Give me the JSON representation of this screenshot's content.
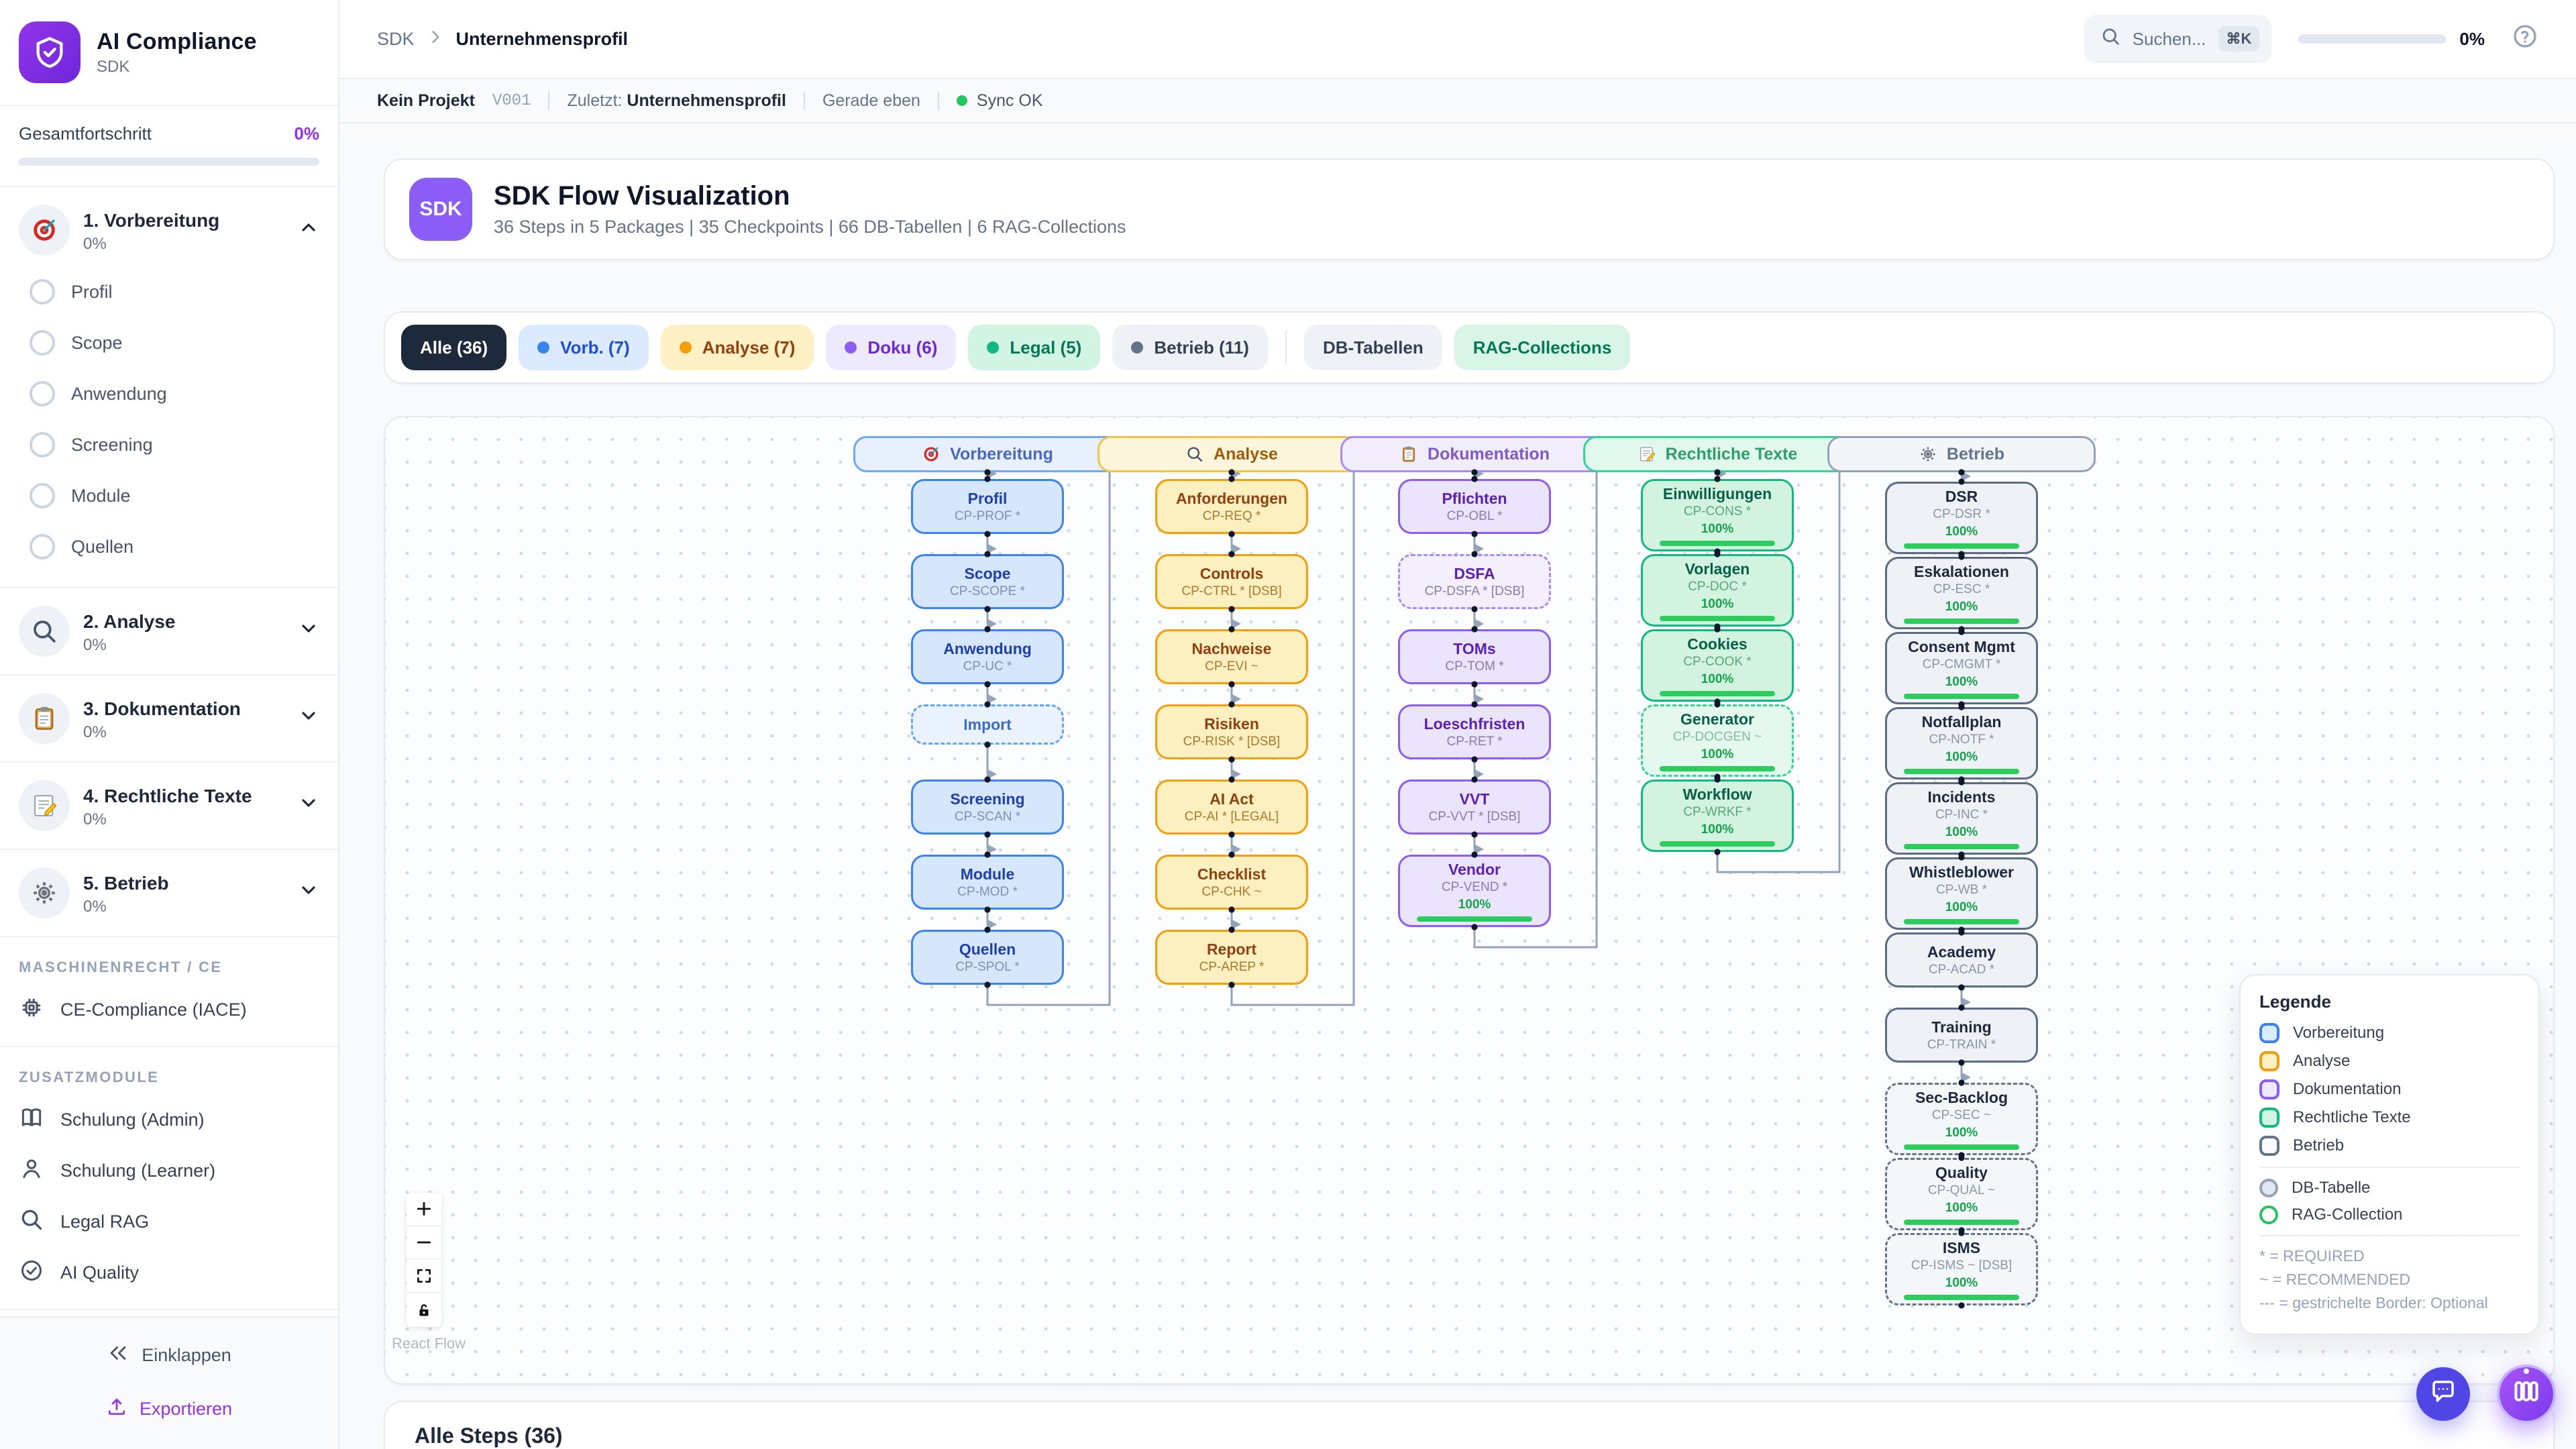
{
  "colors": {
    "accent": "#9333ea",
    "logo": "#7c3aed",
    "sync_ok": "#22c55e",
    "progress_green": "#22c55e",
    "vorbereitung": "#3b82f6",
    "analyse": "#f59e0b",
    "dokumentation": "#8b5cf6",
    "rechtliche_texte": "#10b981",
    "betrieb": "#64748b"
  },
  "sidebar": {
    "logo_icon": "shield-check-icon",
    "app_title": "AI Compliance",
    "app_subtitle": "SDK",
    "progress_label": "Gesamtfortschritt",
    "progress_value": "0%",
    "phases": [
      {
        "label": "1. Vorbereitung",
        "percent": "0%",
        "icon": "target-icon",
        "expanded": true,
        "items": [
          "Profil",
          "Scope",
          "Anwendung",
          "Screening",
          "Module",
          "Quellen"
        ]
      },
      {
        "label": "2. Analyse",
        "percent": "0%",
        "icon": "search-icon",
        "expanded": false,
        "items": []
      },
      {
        "label": "3. Dokumentation",
        "percent": "0%",
        "icon": "clipboard-icon",
        "expanded": false,
        "items": []
      },
      {
        "label": "4. Rechtliche Texte",
        "percent": "0%",
        "icon": "memo-icon",
        "expanded": false,
        "items": []
      },
      {
        "label": "5. Betrieb",
        "percent": "0%",
        "icon": "gear-icon",
        "expanded": false,
        "items": []
      }
    ],
    "sections": [
      {
        "label": "MASCHINENRECHT / CE",
        "items": [
          {
            "label": "CE-Compliance (IACE)",
            "icon": "chip-icon"
          }
        ]
      },
      {
        "label": "ZUSATZMODULE",
        "items": [
          {
            "label": "Schulung (Admin)",
            "icon": "book-icon"
          },
          {
            "label": "Schulung (Learner)",
            "icon": "person-icon"
          },
          {
            "label": "Legal RAG",
            "icon": "search-icon"
          },
          {
            "label": "AI Quality",
            "icon": "check-circle-icon"
          }
        ]
      }
    ],
    "collapse_label": "Einklappen",
    "export_label": "Exportieren"
  },
  "header": {
    "breadcrumb_root": "SDK",
    "breadcrumb_current": "Unternehmensprofil",
    "search_placeholder": "Suchen...",
    "search_shortcut": "⌘K",
    "progress_percent": "0%"
  },
  "statusbar": {
    "project": "Kein Projekt",
    "version": "V001",
    "last_label": "Zuletzt:",
    "last_value": "Unternehmensprofil",
    "time": "Gerade eben",
    "sync": "Sync OK"
  },
  "hero": {
    "badge": "SDK",
    "title": "SDK Flow Visualization",
    "subtitle": "36 Steps in 5 Packages | 35 Checkpoints | 66 DB-Tabellen | 6 RAG-Collections"
  },
  "filters": [
    {
      "label": "Alle (36)",
      "type": "alle",
      "active": true
    },
    {
      "label": "Vorb. (7)",
      "type": "vorb",
      "dot": true
    },
    {
      "label": "Analyse (7)",
      "type": "analyse",
      "dot": true
    },
    {
      "label": "Doku (6)",
      "type": "doku",
      "dot": true
    },
    {
      "label": "Legal (5)",
      "type": "legal",
      "dot": true
    },
    {
      "label": "Betrieb (11)",
      "type": "betrieb",
      "dot": true
    },
    {
      "label": "|",
      "type": "sep"
    },
    {
      "label": "DB-Tabellen",
      "type": "db"
    },
    {
      "label": "RAG-Collections",
      "type": "rag"
    }
  ],
  "flow": {
    "columns": [
      {
        "id": "vorbereitung",
        "title": "Vorbereitung",
        "icon": "target-icon",
        "type": "vorb",
        "nodes": [
          {
            "title": "Profil",
            "code": "CP-PROF *"
          },
          {
            "title": "Scope",
            "code": "CP-SCOPE *"
          },
          {
            "title": "Anwendung",
            "code": "CP-UC *"
          },
          {
            "title": "Import",
            "code": "",
            "dashed": true
          },
          {
            "title": "Screening",
            "code": "CP-SCAN *"
          },
          {
            "title": "Module",
            "code": "CP-MOD *"
          },
          {
            "title": "Quellen",
            "code": "CP-SPOL *"
          }
        ]
      },
      {
        "id": "analyse",
        "title": "Analyse",
        "icon": "search-icon",
        "type": "analyse",
        "nodes": [
          {
            "title": "Anforderungen",
            "code": "CP-REQ *"
          },
          {
            "title": "Controls",
            "code": "CP-CTRL * [DSB]"
          },
          {
            "title": "Nachweise",
            "code": "CP-EVI ~"
          },
          {
            "title": "Risiken",
            "code": "CP-RISK * [DSB]"
          },
          {
            "title": "AI Act",
            "code": "CP-AI * [LEGAL]"
          },
          {
            "title": "Checklist",
            "code": "CP-CHK ~"
          },
          {
            "title": "Report",
            "code": "CP-AREP *"
          }
        ]
      },
      {
        "id": "dokumentation",
        "title": "Dokumentation",
        "icon": "clipboard-icon",
        "type": "doku",
        "nodes": [
          {
            "title": "Pflichten",
            "code": "CP-OBL *"
          },
          {
            "title": "DSFA",
            "code": "CP-DSFA * [DSB]",
            "dashed": true
          },
          {
            "title": "TOMs",
            "code": "CP-TOM *"
          },
          {
            "title": "Loeschfristen",
            "code": "CP-RET *"
          },
          {
            "title": "VVT",
            "code": "CP-VVT * [DSB]"
          },
          {
            "title": "Vendor",
            "code": "CP-VEND *",
            "progress": "100%"
          }
        ]
      },
      {
        "id": "rechtliche-texte",
        "title": "Rechtliche Texte",
        "icon": "memo-icon",
        "type": "legal",
        "nodes": [
          {
            "title": "Einwilligungen",
            "code": "CP-CONS *",
            "progress": "100%"
          },
          {
            "title": "Vorlagen",
            "code": "CP-DOC *",
            "progress": "100%"
          },
          {
            "title": "Cookies",
            "code": "CP-COOK *",
            "progress": "100%"
          },
          {
            "title": "Generator",
            "code": "CP-DOCGEN ~",
            "progress": "100%",
            "dashed": true
          },
          {
            "title": "Workflow",
            "code": "CP-WRKF *",
            "progress": "100%"
          }
        ]
      },
      {
        "id": "betrieb",
        "title": "Betrieb",
        "icon": "gear-icon",
        "type": "betrieb",
        "nodes": [
          {
            "title": "DSR",
            "code": "CP-DSR *",
            "progress": "100%"
          },
          {
            "title": "Eskalationen",
            "code": "CP-ESC *",
            "progress": "100%"
          },
          {
            "title": "Consent Mgmt",
            "code": "CP-CMGMT *",
            "progress": "100%"
          },
          {
            "title": "Notfallplan",
            "code": "CP-NOTF *",
            "progress": "100%"
          },
          {
            "title": "Incidents",
            "code": "CP-INC *",
            "progress": "100%"
          },
          {
            "title": "Whistleblower",
            "code": "CP-WB *",
            "progress": "100%"
          },
          {
            "title": "Academy",
            "code": "CP-ACAD *"
          },
          {
            "title": "Training",
            "code": "CP-TRAIN *"
          },
          {
            "title": "Sec-Backlog",
            "code": "CP-SEC ~",
            "progress": "100%",
            "dashed": true
          },
          {
            "title": "Quality",
            "code": "CP-QUAL ~",
            "progress": "100%",
            "dashed": true
          },
          {
            "title": "ISMS",
            "code": "CP-ISMS ~ [DSB]",
            "progress": "100%",
            "dashed": true
          }
        ]
      }
    ],
    "legend": {
      "title": "Legende",
      "phase_items": [
        {
          "label": "Vorbereitung",
          "type": "vorb"
        },
        {
          "label": "Analyse",
          "type": "analyse"
        },
        {
          "label": "Dokumentation",
          "type": "doku"
        },
        {
          "label": "Rechtliche Texte",
          "type": "legal"
        },
        {
          "label": "Betrieb",
          "type": "betrieb"
        }
      ],
      "shape_items": [
        {
          "label": "DB-Tabelle",
          "type": "db"
        },
        {
          "label": "RAG-Collection",
          "type": "rag"
        }
      ],
      "notes": [
        "* = REQUIRED",
        "~ = RECOMMENDED",
        "--- = gestrichelte Border: Optional"
      ]
    },
    "attribution": "React Flow"
  },
  "steps_section": {
    "heading": "Alle Steps (36)"
  }
}
